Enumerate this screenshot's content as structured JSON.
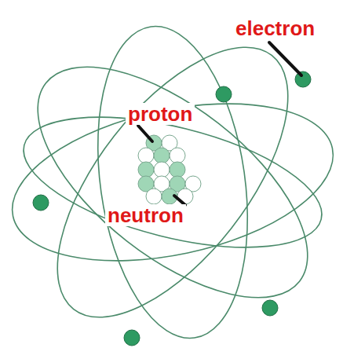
{
  "diagram": {
    "labels": [
      "electron",
      "proton",
      "neutron"
    ]
  }
}
